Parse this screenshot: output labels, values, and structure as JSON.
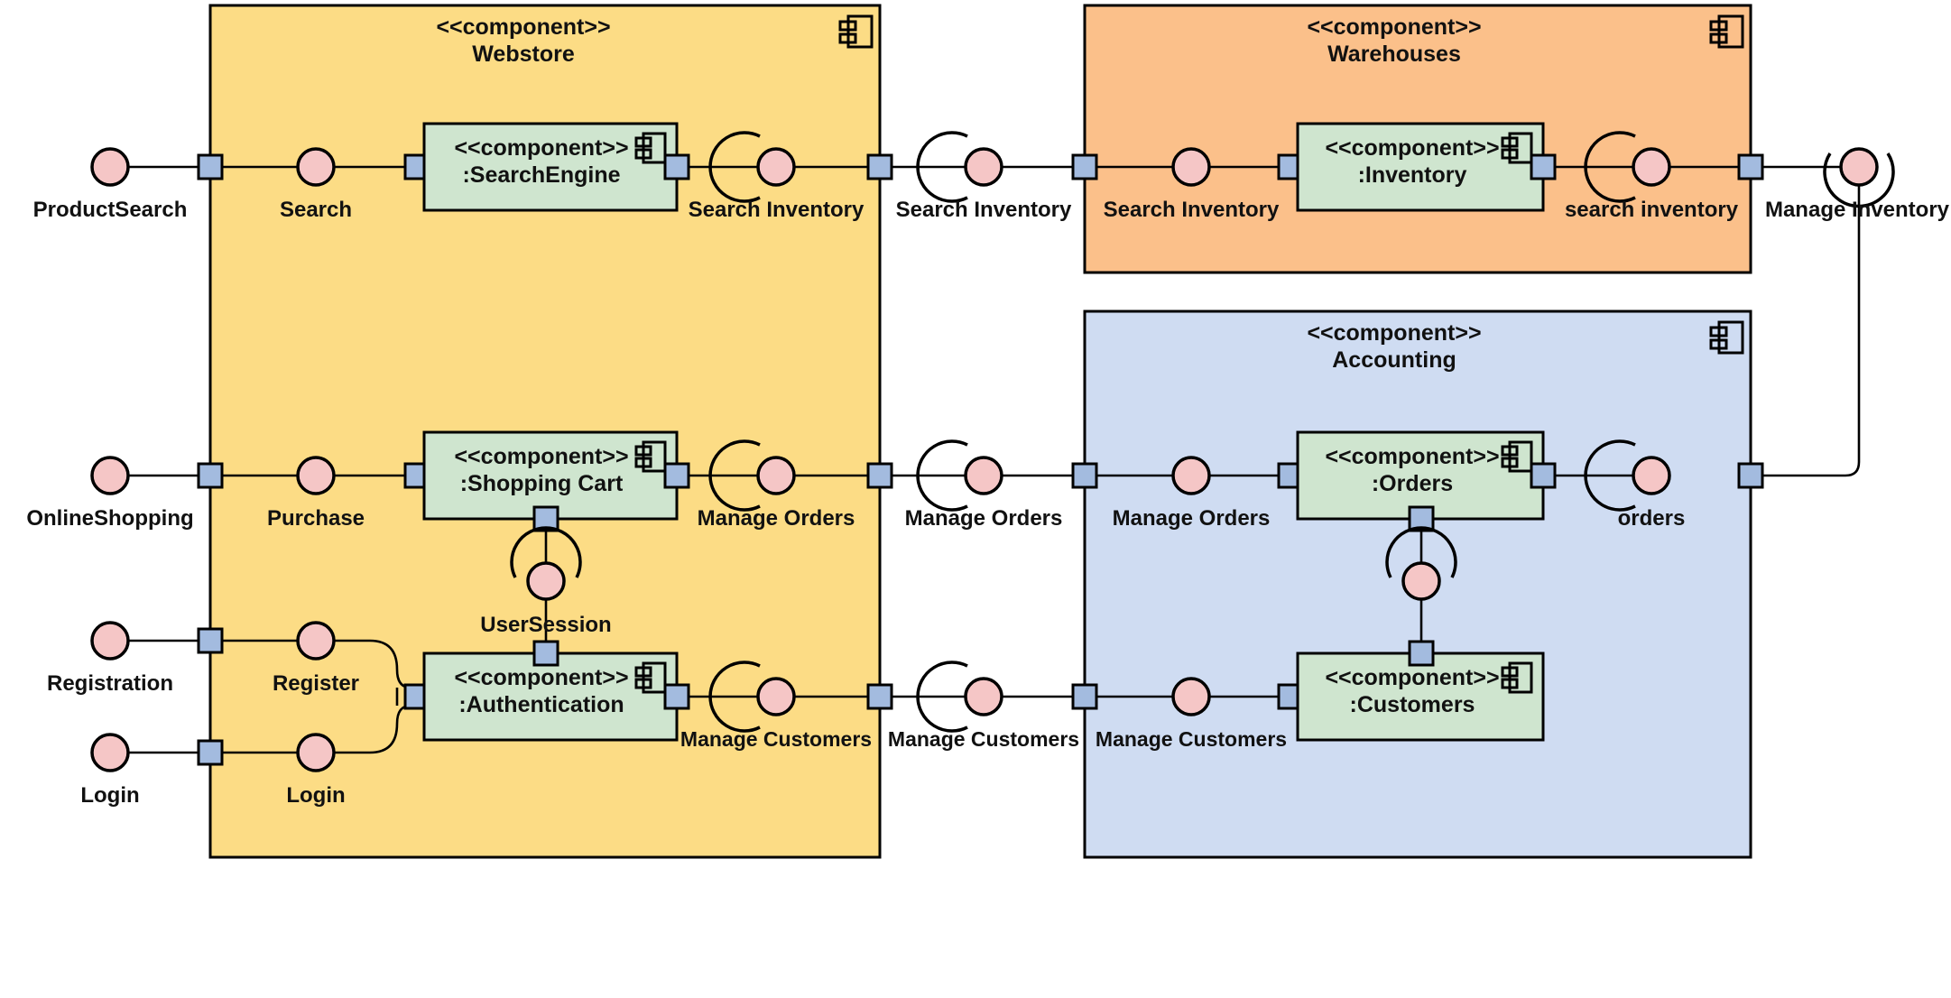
{
  "diagram": {
    "type": "uml-component-diagram",
    "stereotype_label": "<<component>>",
    "colors": {
      "webstore_fill": "#fcdc85",
      "warehouses_fill": "#fbc08a",
      "accounting_fill": "#cfdcf2",
      "component_fill": "#cfe5cf",
      "port_fill": "#a3bbdf",
      "ball_fill": "#f5c6c6",
      "stroke": "#000000"
    }
  },
  "packages": [
    {
      "id": "webstore",
      "stereotype": "<<component>>",
      "name": "Webstore"
    },
    {
      "id": "warehouses",
      "stereotype": "<<component>>",
      "name": "Warehouses"
    },
    {
      "id": "accounting",
      "stereotype": "<<component>>",
      "name": "Accounting"
    }
  ],
  "components": [
    {
      "id": "searchengine",
      "stereotype": "<<component>>",
      "name": ":SearchEngine"
    },
    {
      "id": "shoppingcart",
      "stereotype": "<<component>>",
      "name": ":Shopping Cart"
    },
    {
      "id": "authentication",
      "stereotype": "<<component>>",
      "name": ":Authentication"
    },
    {
      "id": "inventory",
      "stereotype": "<<component>>",
      "name": ":Inventory"
    },
    {
      "id": "orders",
      "stereotype": "<<component>>",
      "name": ":Orders"
    },
    {
      "id": "customers",
      "stereotype": "<<component>>",
      "name": ":Customers"
    }
  ],
  "interfaces": [
    {
      "id": "if-productsearch",
      "label": "ProductSearch",
      "kind": "provided"
    },
    {
      "id": "if-search",
      "label": "Search",
      "kind": "provided"
    },
    {
      "id": "if-searchinventory-1",
      "label": "Search Inventory",
      "kind": "required-provided"
    },
    {
      "id": "if-searchinventory-2",
      "label": "Search Inventory",
      "kind": "required-provided"
    },
    {
      "id": "if-searchinventory-3",
      "label": "Search Inventory",
      "kind": "provided"
    },
    {
      "id": "if-searchinventory-4",
      "label": "search inventory",
      "kind": "required-provided"
    },
    {
      "id": "if-manageinventory",
      "label": "Manage Inventory",
      "kind": "required-provided"
    },
    {
      "id": "if-onlineshopping",
      "label": "OnlineShopping",
      "kind": "provided"
    },
    {
      "id": "if-purchase",
      "label": "Purchase",
      "kind": "provided"
    },
    {
      "id": "if-manageorders-1",
      "label": "Manage Orders",
      "kind": "required-provided"
    },
    {
      "id": "if-manageorders-2",
      "label": "Manage Orders",
      "kind": "required-provided"
    },
    {
      "id": "if-manageorders-3",
      "label": "Manage Orders",
      "kind": "provided"
    },
    {
      "id": "if-orders",
      "label": "orders",
      "kind": "required-provided"
    },
    {
      "id": "if-usersession",
      "label": "UserSession",
      "kind": "required-provided"
    },
    {
      "id": "if-registration",
      "label": "Registration",
      "kind": "provided"
    },
    {
      "id": "if-register",
      "label": "Register",
      "kind": "provided"
    },
    {
      "id": "if-login-external",
      "label": "Login",
      "kind": "provided"
    },
    {
      "id": "if-login-internal",
      "label": "Login",
      "kind": "provided"
    },
    {
      "id": "if-managecustomers-1",
      "label": "Manage Customers",
      "kind": "required-provided"
    },
    {
      "id": "if-managecustomers-2",
      "label": "Manage Customers",
      "kind": "required-provided"
    },
    {
      "id": "if-managecustomers-3",
      "label": "Manage Customers",
      "kind": "provided"
    },
    {
      "id": "if-customers-orders",
      "label": "",
      "kind": "required-provided"
    }
  ]
}
